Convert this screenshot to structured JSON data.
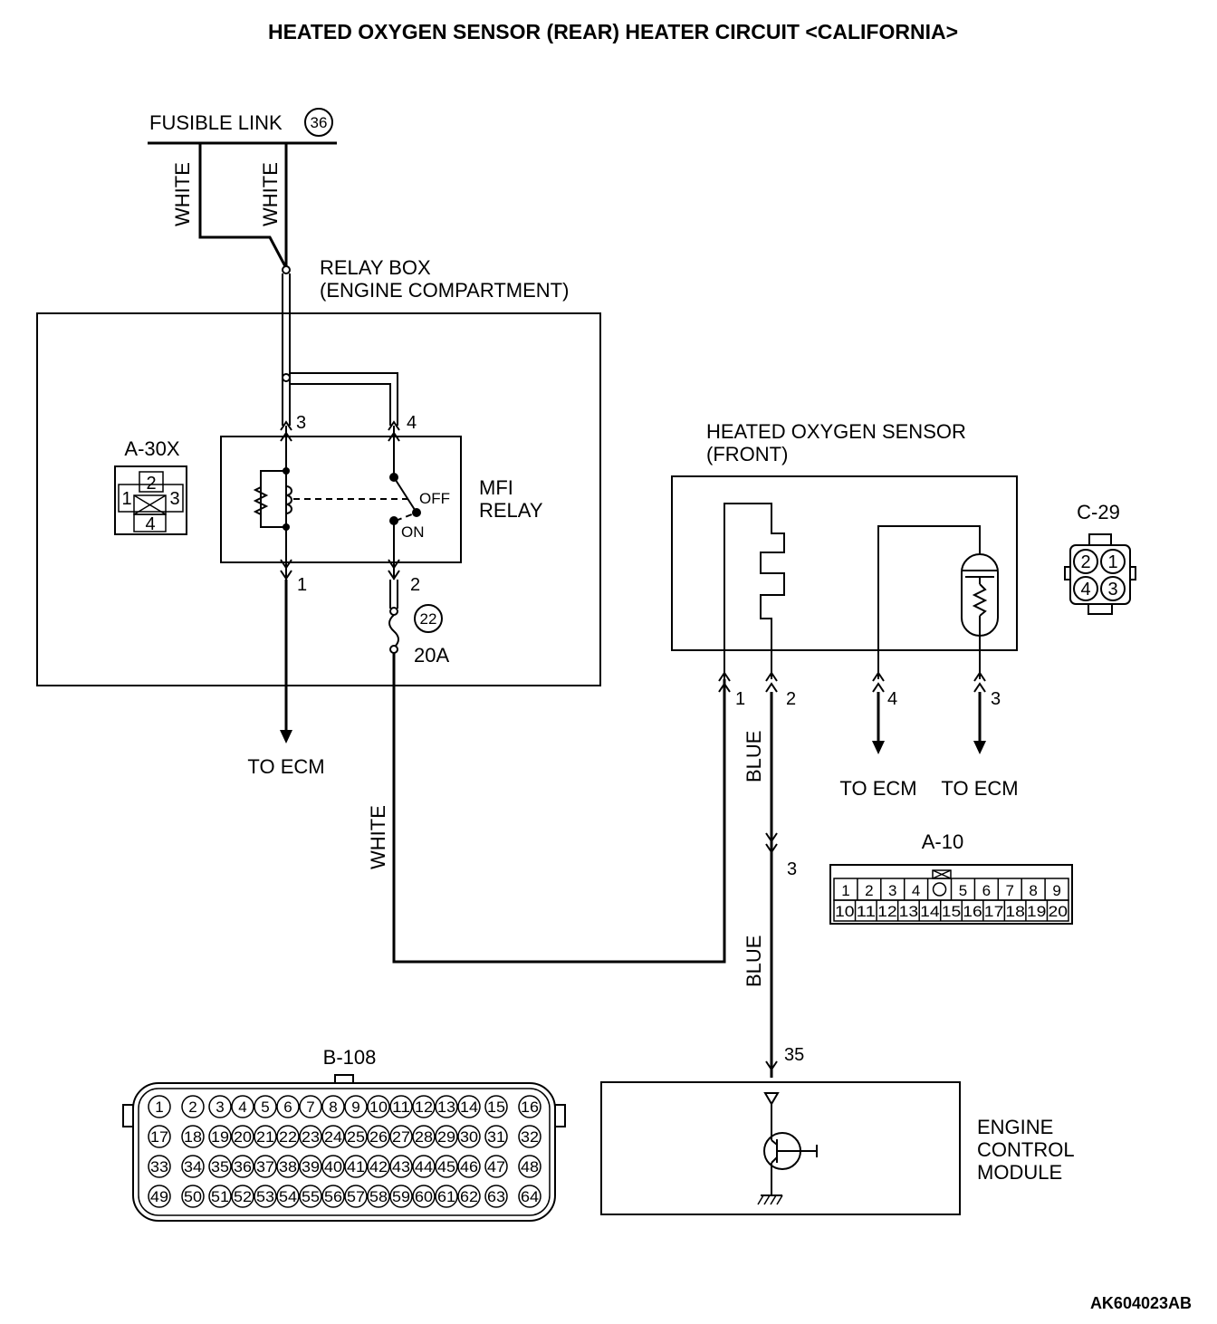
{
  "title": "HEATED OXYGEN SENSOR (REAR) HEATER CIRCUIT <CALIFORNIA>",
  "fusible_link": {
    "label": "FUSIBLE LINK",
    "number": "36"
  },
  "wire_colors": {
    "white": "WHITE",
    "blue": "BLUE"
  },
  "relay_box": {
    "line1": "RELAY BOX",
    "line2": "(ENGINE COMPARTMENT)"
  },
  "connector_a30x": {
    "name": "A-30X",
    "pins": [
      "1",
      "2",
      "3",
      "4"
    ]
  },
  "mfi_relay": {
    "line1": "MFI",
    "line2": "RELAY",
    "off": "OFF",
    "on": "ON",
    "pins": {
      "p3": "3",
      "p4": "4",
      "p1": "1",
      "p2": "2"
    }
  },
  "fuse": {
    "number": "22",
    "rating": "20A"
  },
  "to_ecm": "TO ECM",
  "sensor": {
    "line1": "HEATED OXYGEN SENSOR",
    "line2": "(FRONT)",
    "pins": {
      "p1": "1",
      "p2": "2",
      "p4": "4",
      "p3": "3"
    }
  },
  "connector_c29": {
    "name": "C-29",
    "pins": [
      "2",
      "1",
      "4",
      "3"
    ]
  },
  "connector_a10": {
    "name": "A-10",
    "row1": [
      "1",
      "2",
      "3",
      "4",
      "",
      "5",
      "6",
      "7",
      "8",
      "9"
    ],
    "row2": [
      "10",
      "11",
      "12",
      "13",
      "14",
      "15",
      "16",
      "17",
      "18",
      "19",
      "20"
    ]
  },
  "junction_pin": "3",
  "ecm_pin": "35",
  "ecm": {
    "line1": "ENGINE",
    "line2": "CONTROL",
    "line3": "MODULE"
  },
  "connector_b108": {
    "name": "B-108",
    "rows": [
      [
        "1",
        "2",
        "3",
        "4",
        "5",
        "6",
        "7",
        "8",
        "9",
        "10",
        "11",
        "12",
        "13",
        "14",
        "15",
        "16"
      ],
      [
        "17",
        "18",
        "19",
        "20",
        "21",
        "22",
        "23",
        "24",
        "25",
        "26",
        "27",
        "28",
        "29",
        "30",
        "31",
        "32"
      ],
      [
        "33",
        "34",
        "35",
        "36",
        "37",
        "38",
        "39",
        "40",
        "41",
        "42",
        "43",
        "44",
        "45",
        "46",
        "47",
        "48"
      ],
      [
        "49",
        "50",
        "51",
        "52",
        "53",
        "54",
        "55",
        "56",
        "57",
        "58",
        "59",
        "60",
        "61",
        "62",
        "63",
        "64"
      ]
    ]
  },
  "figure_code": "AK604023AB"
}
